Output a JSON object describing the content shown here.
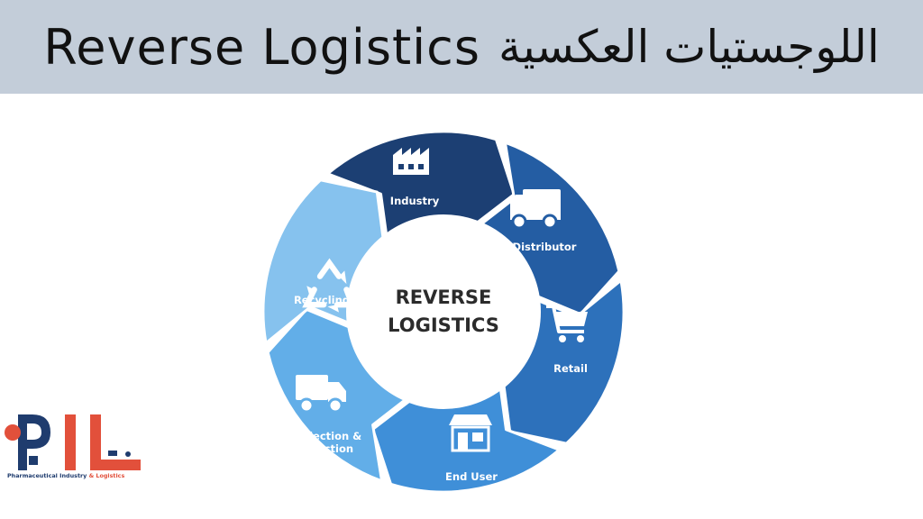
{
  "header": {
    "title_en": "Reverse Logistics",
    "title_ar": "اللوجستيات العكسية"
  },
  "diagram": {
    "center_line1": "REVERSE",
    "center_line2": "LOGISTICS",
    "segments": [
      {
        "label": "Industry",
        "icon": "factory-icon",
        "color": "#1c3f73"
      },
      {
        "label": "Distributor",
        "icon": "truck-icon",
        "color": "#245da3"
      },
      {
        "label": "Retail",
        "icon": "shopping-cart-icon",
        "color": "#2d71bb"
      },
      {
        "label": "End User",
        "icon": "storefront-icon",
        "color": "#3f8fd8"
      },
      {
        "label": "Collection &",
        "label2": "Selection",
        "icon": "delivery-truck-icon",
        "color": "#62aee8"
      },
      {
        "label": "Recycling",
        "icon": "recycle-icon",
        "color": "#86c2ee"
      }
    ]
  },
  "logo": {
    "letters": "PIL",
    "tagline_part1": "Pharmaceutical Industry",
    "tagline_part2": "& Logistics",
    "colors": {
      "navy": "#1f3c6e",
      "red": "#e2503b"
    }
  }
}
